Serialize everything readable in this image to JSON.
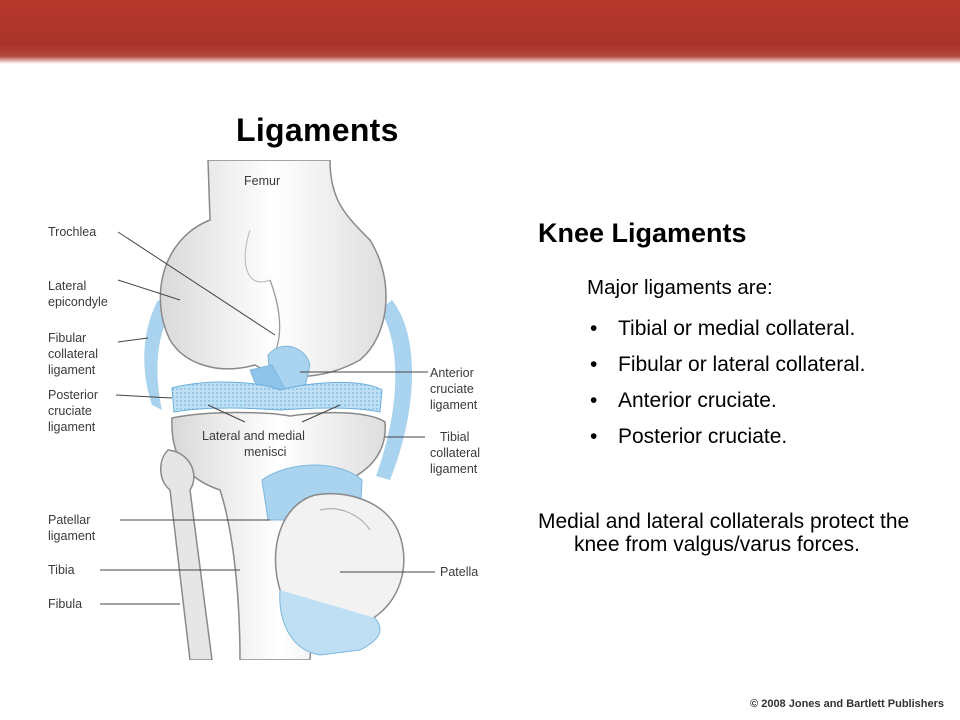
{
  "slide": {
    "title": "Ligaments",
    "heading": "Knee Ligaments",
    "intro": "Major ligaments are:",
    "bullets": [
      "Tibial or medial collateral.",
      "Fibular or lateral collateral.",
      "Anterior cruciate.",
      "Posterior cruciate."
    ],
    "note": "Medial and lateral collaterals protect the knee from valgus/varus forces.",
    "copyright": "© 2008 Jones and Bartlett Publishers",
    "bullet_glyph": "•"
  },
  "figure": {
    "labels": {
      "femur": "Femur",
      "trochlea": "Trochlea",
      "lateral_epicondyle_1": "Lateral",
      "lateral_epicondyle_2": "epicondyle",
      "fibular_collateral_1": "Fibular",
      "fibular_collateral_2": "collateral",
      "fibular_collateral_3": "ligament",
      "posterior_cruciate_1": "Posterior",
      "posterior_cruciate_2": "cruciate",
      "posterior_cruciate_3": "ligament",
      "anterior_cruciate_1": "Anterior",
      "anterior_cruciate_2": "cruciate",
      "anterior_cruciate_3": "ligament",
      "menisci_1": "Lateral and medial",
      "menisci_2": "menisci",
      "tibial_collateral_1": "Tibial",
      "tibial_collateral_2": "collateral",
      "tibial_collateral_3": "ligament",
      "patellar_1": "Patellar",
      "patellar_2": "ligament",
      "tibia": "Tibia",
      "fibula": "Fibula",
      "patella": "Patella"
    }
  },
  "colors": {
    "header": "#b7382b",
    "ligament": "#a9d3ef",
    "bone_outline": "#8a8a8a"
  }
}
